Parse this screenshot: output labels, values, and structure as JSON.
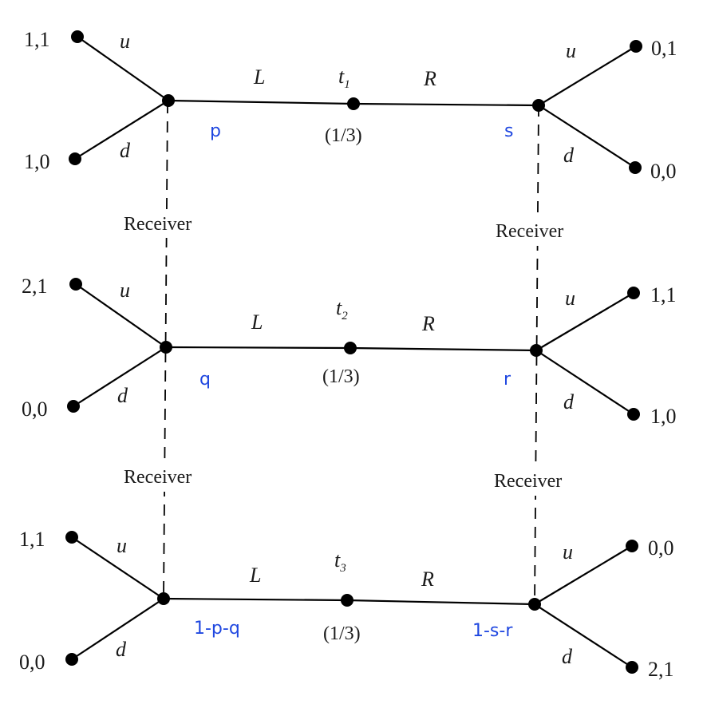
{
  "colors": {
    "belief": "#1f47e0",
    "ink": "#1a1a1a"
  },
  "rows": [
    {
      "type_letter": "t",
      "type_sub": "1",
      "prior": "(1/3)",
      "left_action": "L",
      "right_action": "R",
      "left_belief": "p",
      "right_belief": "s",
      "left_payoffs": {
        "u": "1,1",
        "d": "1,0"
      },
      "right_payoffs": {
        "u": "0,1",
        "d": "0,0"
      }
    },
    {
      "type_letter": "t",
      "type_sub": "2",
      "prior": "(1/3)",
      "left_action": "L",
      "right_action": "R",
      "left_belief": "q",
      "right_belief": "r",
      "left_payoffs": {
        "u": "2,1",
        "d": "0,0"
      },
      "right_payoffs": {
        "u": "1,1",
        "d": "1,0"
      }
    },
    {
      "type_letter": "t",
      "type_sub": "3",
      "prior": "(1/3)",
      "left_action": "L",
      "right_action": "R",
      "left_belief": "1-p-q",
      "right_belief": "1-s-r",
      "left_payoffs": {
        "u": "1,1",
        "d": "0,0"
      },
      "right_payoffs": {
        "u": "0,0",
        "d": "2,1"
      }
    }
  ],
  "receiver_actions": {
    "up": "u",
    "down": "d"
  },
  "receiver_labels": {
    "left_upper": "Receiver",
    "left_lower": "Receiver",
    "right_upper": "Receiver",
    "right_lower": "Receiver"
  }
}
